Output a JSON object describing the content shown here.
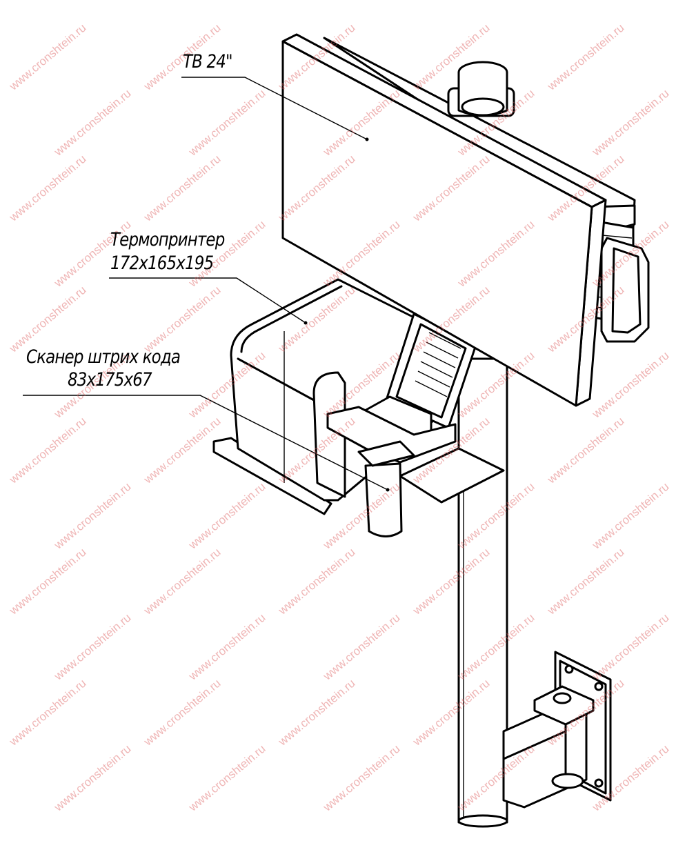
{
  "labels": {
    "tv": "ТВ 24\"",
    "printer_name": "Термопринтер",
    "printer_size": "172x165x195",
    "scanner_name": "Сканер штрих кода",
    "scanner_size": "83x175x67"
  },
  "watermark": "www.cronshtein.ru",
  "colors": {
    "line": "#000000",
    "watermark": "#dc5a5a"
  }
}
